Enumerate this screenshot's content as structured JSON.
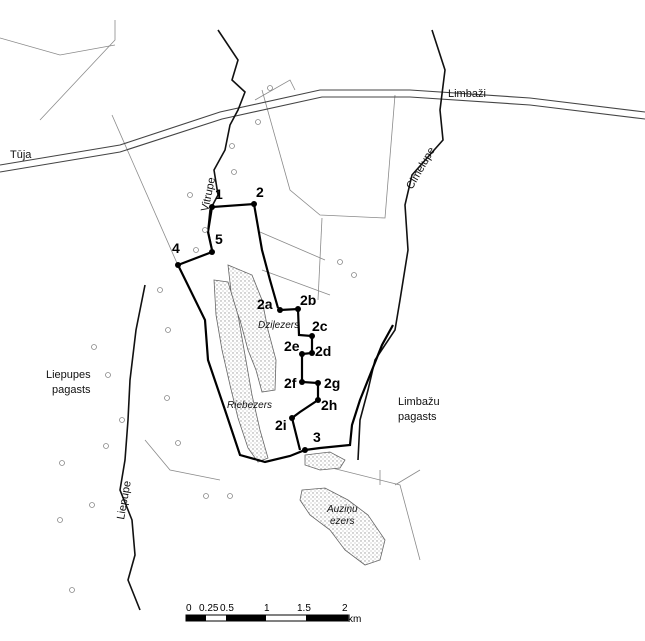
{
  "places": {
    "tuja": "Tūja",
    "limbazi": "Limbaži",
    "liepupes_pagasts_line1": "Liepupes",
    "liepupes_pagasts_line2": "pagasts",
    "limbazu_pagasts_line1": "Limbažu",
    "limbazu_pagasts_line2": "pagasts"
  },
  "waters": {
    "vitrupe": "Vitrupe",
    "cimelupe": "Cimelupe",
    "liepupe": "Liepupe",
    "dzilezers": "Dziļezers",
    "riebezers": "Riebezers",
    "auzinu_line1": "Auziņu",
    "auzinu_line2": "ezers"
  },
  "points": [
    {
      "id": "p1",
      "label": "1"
    },
    {
      "id": "p2",
      "label": "2"
    },
    {
      "id": "p2a",
      "label": "2a"
    },
    {
      "id": "p2b",
      "label": "2b"
    },
    {
      "id": "p2c",
      "label": "2c"
    },
    {
      "id": "p2d",
      "label": "2d"
    },
    {
      "id": "p2e",
      "label": "2e"
    },
    {
      "id": "p2f",
      "label": "2f"
    },
    {
      "id": "p2g",
      "label": "2g"
    },
    {
      "id": "p2h",
      "label": "2h"
    },
    {
      "id": "p2i",
      "label": "2i"
    },
    {
      "id": "p3",
      "label": "3"
    },
    {
      "id": "p4",
      "label": "4"
    },
    {
      "id": "p5",
      "label": "5"
    }
  ],
  "scale_bar": {
    "ticks": [
      "0",
      "0.25",
      "0.5",
      "1",
      "1.5",
      "2"
    ],
    "unit": "km"
  }
}
